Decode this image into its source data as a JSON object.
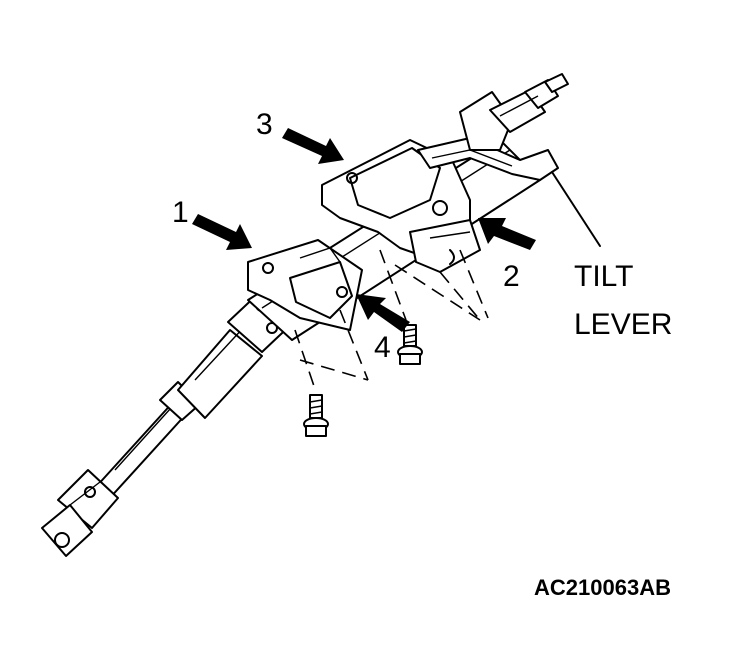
{
  "diagram": {
    "callouts": [
      "1",
      "2",
      "3",
      "4"
    ],
    "tilt_lever_label": [
      "TILT",
      "LEVER"
    ],
    "figure_code": "AC210063AB"
  },
  "colors": {
    "ink": "#000000",
    "paper": "#ffffff"
  }
}
